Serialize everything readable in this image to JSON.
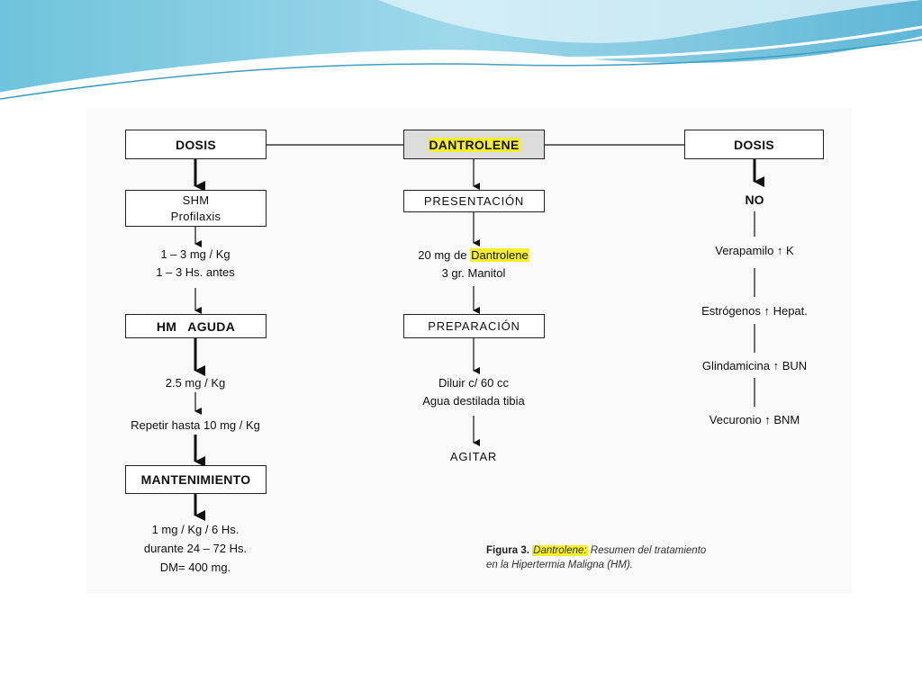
{
  "colors": {
    "highlight": "#f5ef2a",
    "wave_dark": "#4aa8c8",
    "wave_light": "#bfe6f2"
  },
  "left": {
    "dosis": "DOSIS",
    "shm_line1": "SHM",
    "shm_line2": "Profilaxis",
    "dose1_line1": "1 – 3 mg / Kg",
    "dose1_line2": "1 – 3 Hs. antes",
    "hm_aguda": "HM   AGUDA",
    "dose2": "2.5 mg / Kg",
    "repeat": "Repetir hasta 10 mg / Kg",
    "mantenimiento": "MANTENIMIENTO",
    "maint_line1": "1 mg / Kg / 6 Hs.",
    "maint_line2": "durante 24 – 72 Hs.",
    "maint_line3": "DM= 400 mg."
  },
  "center": {
    "dantrolene": "DANTROLENE",
    "presentacion": "PRESENTACIÓN",
    "pres_line1_prefix": "20 mg de ",
    "pres_line1_highlight": "Dantrolene",
    "pres_line2": "3 gr. Manitol",
    "preparacion": "PREPARACIÓN",
    "prep_line1": "Diluir c/ 60 cc",
    "prep_line2": "Agua destilada tibia",
    "agitar": "AGITAR"
  },
  "right": {
    "dosis": "DOSIS",
    "no": "NO",
    "item1": "Verapamilo  ↑ K",
    "item2": "Estrógenos  ↑ Hepat.",
    "item3": "Glindamicina  ↑ BUN",
    "item4": "Vecuronio  ↑ BNM"
  },
  "caption": {
    "label": "Figura 3.",
    "highlight": "Dantrolene:",
    "line1_rest": " Resumen del tratamiento",
    "line2": "en la Hipertermia Maligna (HM)."
  }
}
